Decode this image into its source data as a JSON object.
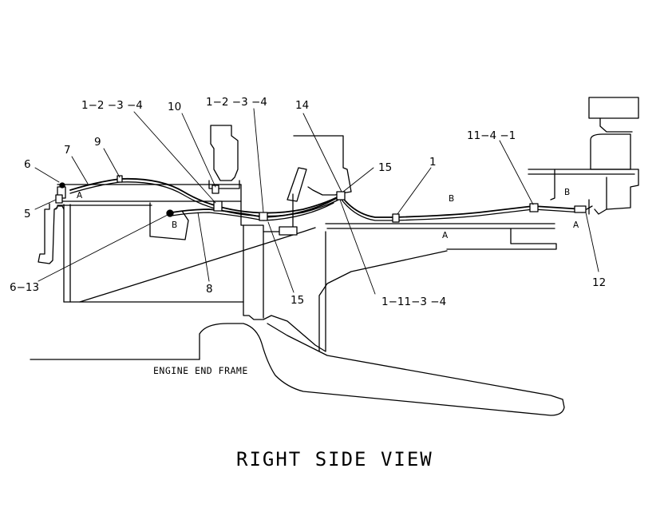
{
  "title": "RIGHT SIDE VIEW",
  "frame_label": "ENGINE END FRAME",
  "callouts": {
    "c6": "6",
    "c7": "7",
    "c9": "9",
    "c5": "5",
    "c1234_left": "1−2 −3 −4",
    "c10": "10",
    "c1234_mid": "1−2 −3 −4",
    "c14": "14",
    "c15_upper": "15",
    "c1": "1",
    "c1141": "11−4 −1",
    "c613": "6−13",
    "c8": "8",
    "c15_lower": "15",
    "c11134": "1−11−3 −4",
    "c12": "12"
  },
  "line_labels": {
    "a_left": "A",
    "b_left": "B",
    "b_mid": "B",
    "a_mid": "A",
    "b_right": "B",
    "a_right": "A"
  }
}
